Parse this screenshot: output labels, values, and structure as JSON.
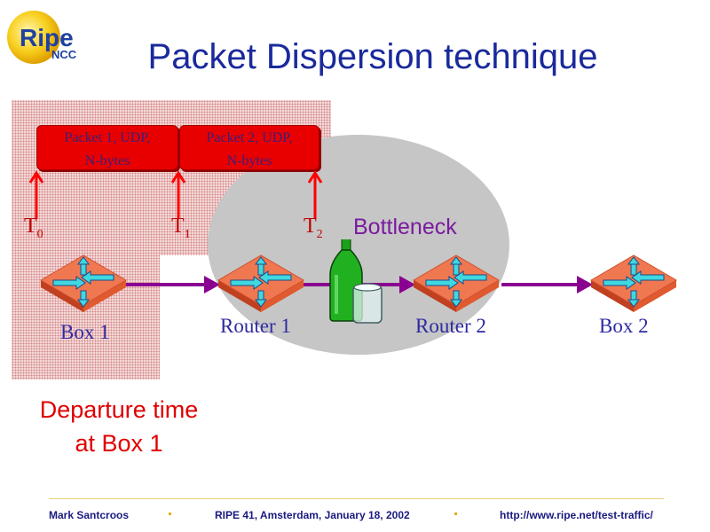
{
  "logo": {
    "ripe_text": "Ripe",
    "ncc_text": "NCC"
  },
  "title": "Packet Dispersion technique",
  "packets": [
    {
      "line1": "Packet 1, UDP,",
      "line2": "N-bytes"
    },
    {
      "line1": "Packet 2, UDP,",
      "line2": "N-bytes"
    }
  ],
  "time_markers": [
    {
      "label": "T",
      "sub": "0"
    },
    {
      "label": "T",
      "sub": "1"
    },
    {
      "label": "T",
      "sub": "2"
    }
  ],
  "bottleneck_label": "Bottleneck",
  "nodes": [
    {
      "name": "Box 1"
    },
    {
      "name": "Router 1"
    },
    {
      "name": "Router 2"
    },
    {
      "name": "Box 2"
    }
  ],
  "departure_label": {
    "line1": "Departure time",
    "line2": "at Box 1"
  },
  "footer": {
    "author": "Mark Santcroos",
    "event": "RIPE 41, Amsterdam, January 18, 2002",
    "url": "http://www.ripe.net/test-traffic/"
  },
  "colors": {
    "title": "#1a2a9c",
    "packet_fill": "#e80000",
    "arrow_red": "#ff0000",
    "link_purple": "#8a0090",
    "router_orange": "#f07850",
    "router_cyan": "#40d8e0",
    "bottleneck_purple": "#7a1aa0",
    "departure_red": "#e00000"
  }
}
